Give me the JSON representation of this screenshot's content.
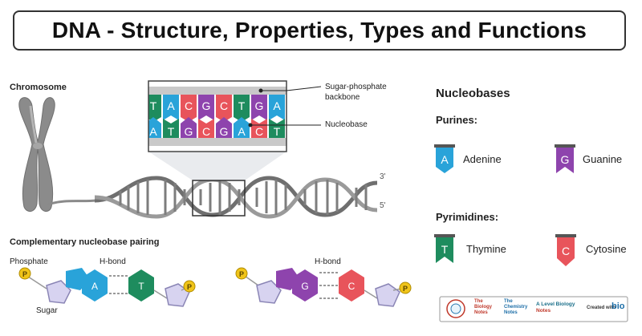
{
  "title": "DNA - Structure, Properties, Types and Functions",
  "left": {
    "chromosome_label": "Chromosome",
    "callouts": {
      "backbone_line1": "Sugar-phosphate",
      "backbone_line2": "backbone",
      "nucleobase": "Nucleobase"
    },
    "strand_top": [
      "T",
      "A",
      "C",
      "G",
      "C",
      "T",
      "G",
      "A"
    ],
    "strand_bottom": [
      "A",
      "T",
      "G",
      "C",
      "G",
      "A",
      "C",
      "T"
    ],
    "end_3": "3'",
    "end_5": "5'",
    "pairing_title": "Complementary nucleobase pairing",
    "pairing": {
      "phosphate_label": "Phosphate",
      "sugar_label": "Sugar",
      "hbond_label": "H-bond",
      "p_symbol": "P",
      "pair1": [
        "A",
        "T"
      ],
      "pair2": [
        "G",
        "C"
      ]
    }
  },
  "nucleobases": {
    "heading": "Nucleobases",
    "purines_heading": "Purines:",
    "pyrimidines_heading": "Pyrimidines:",
    "purines": [
      {
        "letter": "A",
        "name": "Adenine",
        "color": "#29a3d9"
      },
      {
        "letter": "G",
        "name": "Guanine",
        "color": "#8e44ad"
      }
    ],
    "pyrimidines": [
      {
        "letter": "T",
        "name": "Thymine",
        "color": "#1e8c5e"
      },
      {
        "letter": "C",
        "name": "Cytosine",
        "color": "#e8545b"
      }
    ]
  },
  "footer": {
    "logo1_line1": "The",
    "logo1_line2": "Biology",
    "logo1_line3": "Notes",
    "logo2_line1": "The",
    "logo2_line2": "Chemistry",
    "logo2_line3": "Notes",
    "logo3_line1": "A Level Biology",
    "logo3_line2": "Notes",
    "credit": "Created with",
    "credit_brand": "bio"
  },
  "colors": {
    "A": "#29a3d9",
    "T": "#1e8c5e",
    "G": "#8e44ad",
    "C": "#e8545b",
    "phosphate": "#f0c419",
    "sugar": "#d7d3f0"
  }
}
